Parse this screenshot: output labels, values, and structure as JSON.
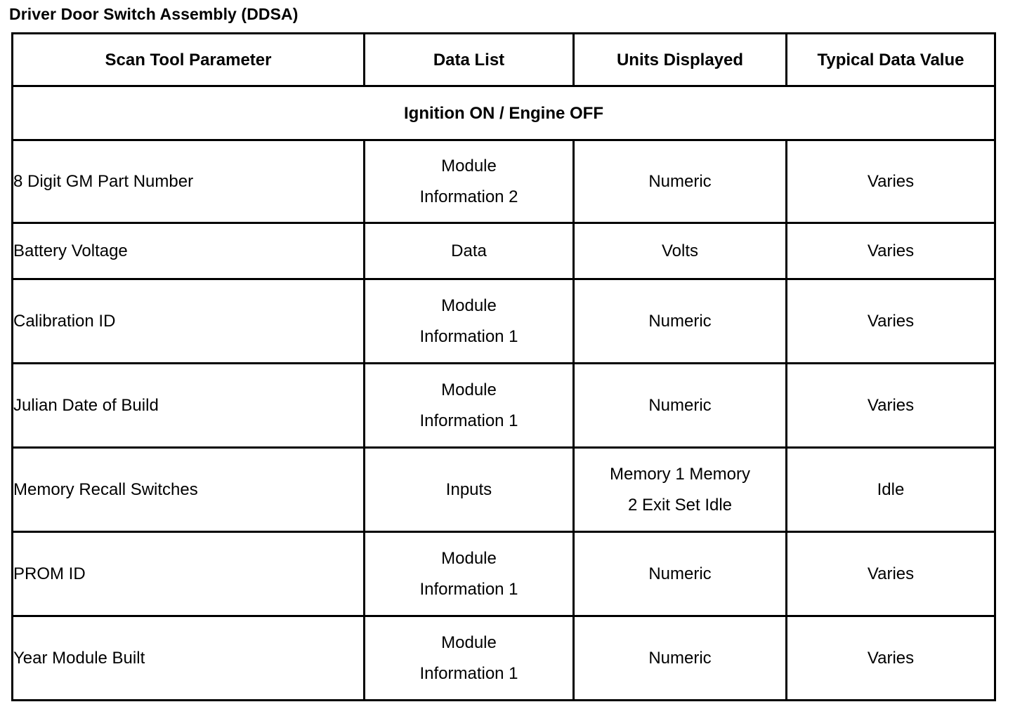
{
  "document": {
    "title": "Driver Door Switch Assembly (DDSA)"
  },
  "table": {
    "headers": {
      "scan_tool_parameter": "Scan Tool Parameter",
      "data_list": "Data List",
      "units_displayed": "Units Displayed",
      "typical_data_value": "Typical Data Value"
    },
    "section_label": "Ignition ON / Engine OFF",
    "rows": [
      {
        "parameter": "8 Digit GM Part Number",
        "data_list_line1": "Module",
        "data_list_line2": "Information 2",
        "units_line1": "Numeric",
        "units_line2": "",
        "typical": "Varies"
      },
      {
        "parameter": "Battery Voltage",
        "data_list_line1": "Data",
        "data_list_line2": "",
        "units_line1": "Volts",
        "units_line2": "",
        "typical": "Varies"
      },
      {
        "parameter": "Calibration ID",
        "data_list_line1": "Module",
        "data_list_line2": "Information 1",
        "units_line1": "Numeric",
        "units_line2": "",
        "typical": "Varies"
      },
      {
        "parameter": "Julian Date of Build",
        "data_list_line1": "Module",
        "data_list_line2": "Information 1",
        "units_line1": "Numeric",
        "units_line2": "",
        "typical": "Varies"
      },
      {
        "parameter": "Memory Recall Switches",
        "data_list_line1": "Inputs",
        "data_list_line2": "",
        "units_line1": "Memory 1 Memory",
        "units_line2": "2 Exit Set Idle",
        "typical": "Idle"
      },
      {
        "parameter": "PROM ID",
        "data_list_line1": "Module",
        "data_list_line2": "Information 1",
        "units_line1": "Numeric",
        "units_line2": "",
        "typical": "Varies"
      },
      {
        "parameter": "Year Module Built",
        "data_list_line1": "Module",
        "data_list_line2": "Information 1",
        "units_line1": "Numeric",
        "units_line2": "",
        "typical": "Varies"
      }
    ]
  },
  "colors": {
    "border": "#000000",
    "text": "#000000",
    "background": "#ffffff"
  }
}
